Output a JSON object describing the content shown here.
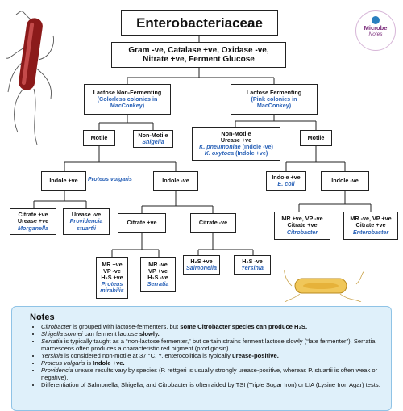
{
  "title": "Enterobacteriaceae",
  "root_traits": [
    "Gram -ve, Catalase +ve, Oxidase -ve,",
    "Nitrate +ve, Ferment Glucose"
  ],
  "logo": {
    "line1": "Microbe",
    "line2": "Notes"
  },
  "lf": {
    "heading": "Lactose Non-Fermenting",
    "sub1": "(Colorless colonies in",
    "sub2": "MacConkey)"
  },
  "ferm": {
    "heading": "Lactose Fermenting",
    "sub1": "(Pink colonies in",
    "sub2": "MacConkey)"
  },
  "motile_left": "Motile",
  "nonmotile_left": {
    "label": "Non-Motile",
    "org": "Shigella"
  },
  "nonmotile_right": {
    "l1": "Non-Motile",
    "l2": "Urease +ve",
    "o1": "K. pneumoniae",
    "o1b": " (Indole -ve)",
    "o2": "K. oxytoca",
    "o2b": " (Indole +ve)"
  },
  "motile_right": "Motile",
  "indole_pos_left": {
    "label": "Indole +ve",
    "side": "Proteus vulgaris"
  },
  "indole_neg_left": "Indole -ve",
  "indole_pos_right": {
    "label": "Indole +ve",
    "org": "E. coli"
  },
  "indole_neg_right": "Indole -ve",
  "citrate_urease": {
    "l1": "Citrate +ve",
    "l2": "Urease +ve",
    "org": "Morganella"
  },
  "urease_neg": {
    "l1": "Urease -ve",
    "org1": "Providencia",
    "org2": "stuartii"
  },
  "citrate_pos": "Citrate +ve",
  "citrate_neg": "Citrate -ve",
  "mr_citro": {
    "l1": "MR +ve, VP -ve",
    "l2": "Citrate +ve",
    "org": "Citrobacter"
  },
  "mr_entero": {
    "l1": "MR -ve, VP +ve",
    "l2": "Citrate +ve",
    "org": "Enterobacter"
  },
  "proteus_m": {
    "l1": "MR +ve",
    "l2": "VP -ve",
    "l3": "H₂S +ve",
    "org1": "Proteus",
    "org2": "mirabilis"
  },
  "serratia": {
    "l1": "MR -ve",
    "l2": "VP +ve",
    "l3": "H₂S -ve",
    "org": "Serratia"
  },
  "salmonella": {
    "l1": "H₂S +ve",
    "org": "Salmonella"
  },
  "yersinia": {
    "l1": "H₂S -ve",
    "org": "Yersinia"
  },
  "notes": {
    "heading": "Notes",
    "items": [
      {
        "a": "Citrobacter",
        "b": " is grouped with lactose-fermenters, but ",
        "c": "some Citrobacter species can produce H₂S."
      },
      {
        "a": "Shigella sonnei",
        "b": " can ferment lactose ",
        "c": "slowly."
      },
      {
        "a": "Serratia",
        "b": " is typically taught as a “non-lactose fermenter,” but certain strains ferment lactose slowly (“late fermenter”). Serratia marcescens often produces a characteristic red pigment (prodigiosin).",
        "c": ""
      },
      {
        "a": "Yersinia",
        "b": " is considered non-motile at 37 °C. Y. enterocolitica is typically ",
        "c": "urease-positive."
      },
      {
        "a": "Proteus vulgaris",
        "b": " is ",
        "c": "Indole +ve."
      },
      {
        "a": "Providencia",
        "b": " urease results vary by species (P. rettgeri is usually strongly urease-positive, whereas P. stuartii is often weak or negative).",
        "c": ""
      },
      {
        "a": "",
        "b": "Differentiation of Salmonella, Shigella, and Citrobacter is often aided by TSI (Triple Sugar Iron) or LIA (Lysine Iron Agar) tests.",
        "c": ""
      }
    ]
  },
  "colors": {
    "accent_blue": "#2b63b8",
    "notes_bg": "#dff0fa",
    "bacterium": "#8b1a1a"
  }
}
